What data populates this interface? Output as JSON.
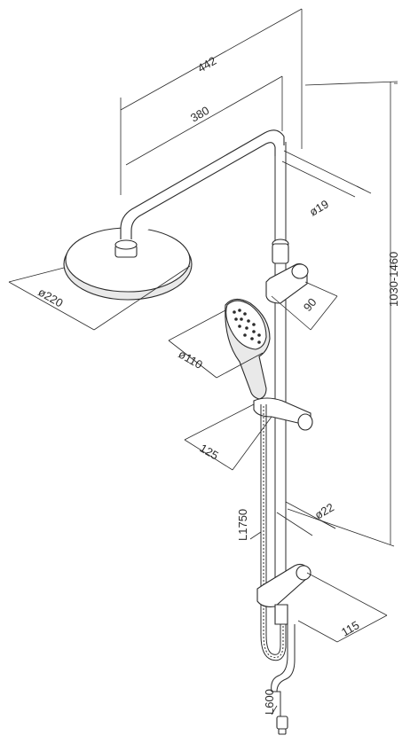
{
  "drawing": {
    "dimensions": {
      "overall_width": "442",
      "arm_length": "380",
      "arm_diameter": "ø19",
      "head_diameter": "ø220",
      "holder_depth": "90",
      "hand_diameter": "ø110",
      "slider_offset": "125",
      "rail_diameter": "ø22",
      "height_range": "1030-1460",
      "hose_length": "L1750",
      "bracket_depth": "115",
      "connector_length": "L600"
    }
  }
}
